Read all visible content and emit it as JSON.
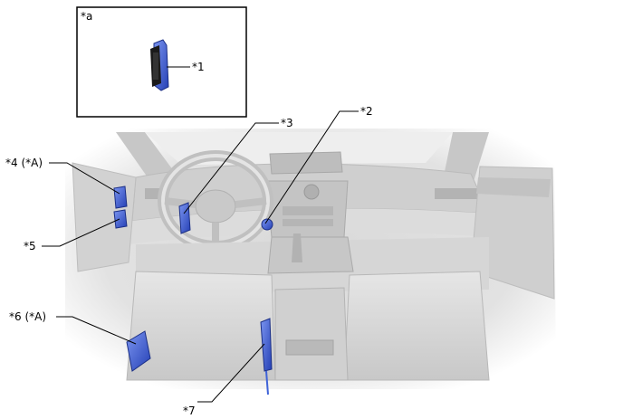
{
  "inset": {
    "label": "*a"
  },
  "callouts": {
    "c1": "*1",
    "c2": "*2",
    "c3": "*3",
    "c4": "*4 (*A)",
    "c5": "*5",
    "c6": "*6 (*A)",
    "c7": "*7"
  },
  "colors": {
    "component": "#3f63d8",
    "component_dark": "#1b2f86",
    "interior": "#d4d4d4",
    "interior_shade": "#b9b9b9",
    "leader": "#000000"
  }
}
